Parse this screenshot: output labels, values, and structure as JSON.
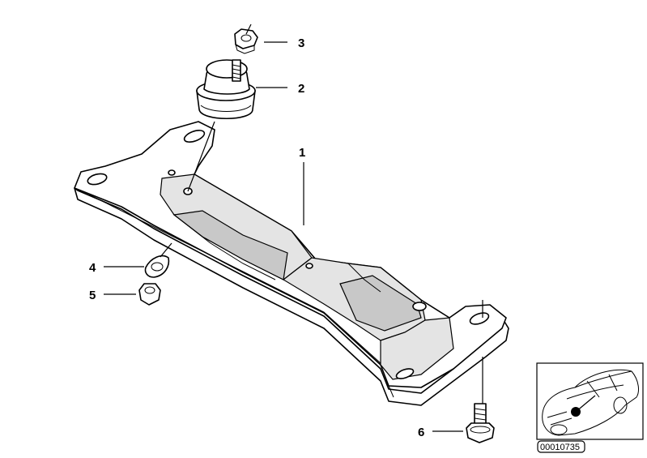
{
  "callouts": [
    {
      "id": "1",
      "label": "1"
    },
    {
      "id": "2",
      "label": "2"
    },
    {
      "id": "3",
      "label": "3"
    },
    {
      "id": "4",
      "label": "4"
    },
    {
      "id": "5",
      "label": "5"
    },
    {
      "id": "6",
      "label": "6"
    }
  ],
  "reference_number": "00010735"
}
